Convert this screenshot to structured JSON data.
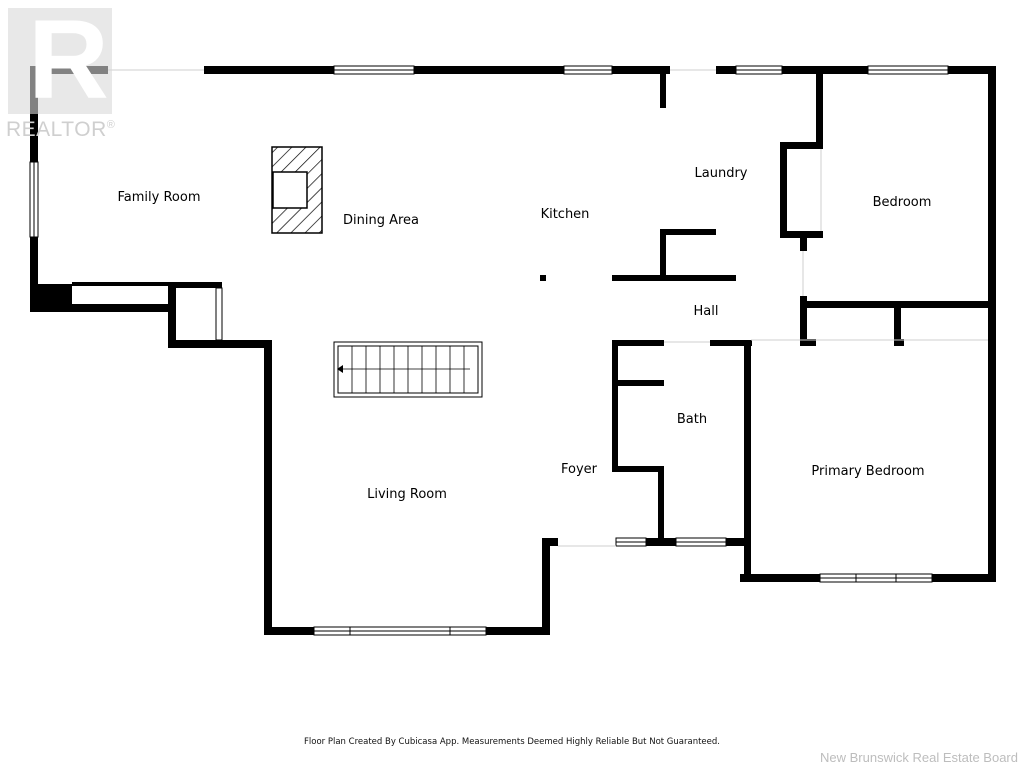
{
  "logo": {
    "letter": "R",
    "word": "REALTOR",
    "mark": "®"
  },
  "rooms": {
    "family_room": "Family Room",
    "dining_area": "Dining Area",
    "kitchen": "Kitchen",
    "laundry": "Laundry",
    "bedroom": "Bedroom",
    "hall": "Hall",
    "bath": "Bath",
    "foyer": "Foyer",
    "primary_bedroom": "Primary Bedroom",
    "living_room": "Living Room"
  },
  "footer": {
    "disclaimer": "Floor Plan Created By Cubicasa App. Measurements Deemed Highly Reliable But Not Guaranteed.",
    "board": "New Brunswick Real Estate Board"
  },
  "colors": {
    "wall": "#000000",
    "background": "#ffffff",
    "watermark": "#d9d9d9"
  },
  "icons": [
    "fireplace-icon",
    "staircase-icon",
    "realtor-logo-icon"
  ]
}
